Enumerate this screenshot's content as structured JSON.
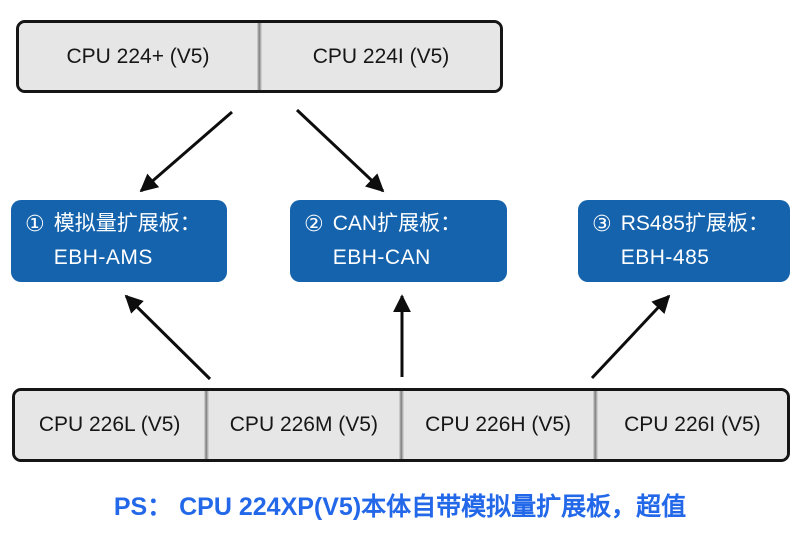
{
  "top_row": {
    "cells": [
      {
        "label": "CPU 224+ (V5)"
      },
      {
        "label": "CPU 224I (V5)"
      }
    ]
  },
  "boards": [
    {
      "number": "①",
      "title": "模拟量扩展板：",
      "model": "EBH-AMS"
    },
    {
      "number": "②",
      "title": "CAN扩展板：",
      "model": "EBH-CAN"
    },
    {
      "number": "③",
      "title": "RS485扩展板：",
      "model": "EBH-485"
    }
  ],
  "bottom_row": {
    "cells": [
      {
        "label": "CPU 226L (V5)"
      },
      {
        "label": "CPU 226M (V5)"
      },
      {
        "label": "CPU 226H (V5)"
      },
      {
        "label": "CPU 226I (V5)"
      }
    ]
  },
  "note": {
    "text": "PS： CPU 224XP(V5)本体自带模拟量扩展板，超值"
  },
  "colors": {
    "board_blue": "#1563ad",
    "note_blue": "#2368e9",
    "cell_gray": "#e6e6e6",
    "arrow_black": "#0d0d0d"
  }
}
